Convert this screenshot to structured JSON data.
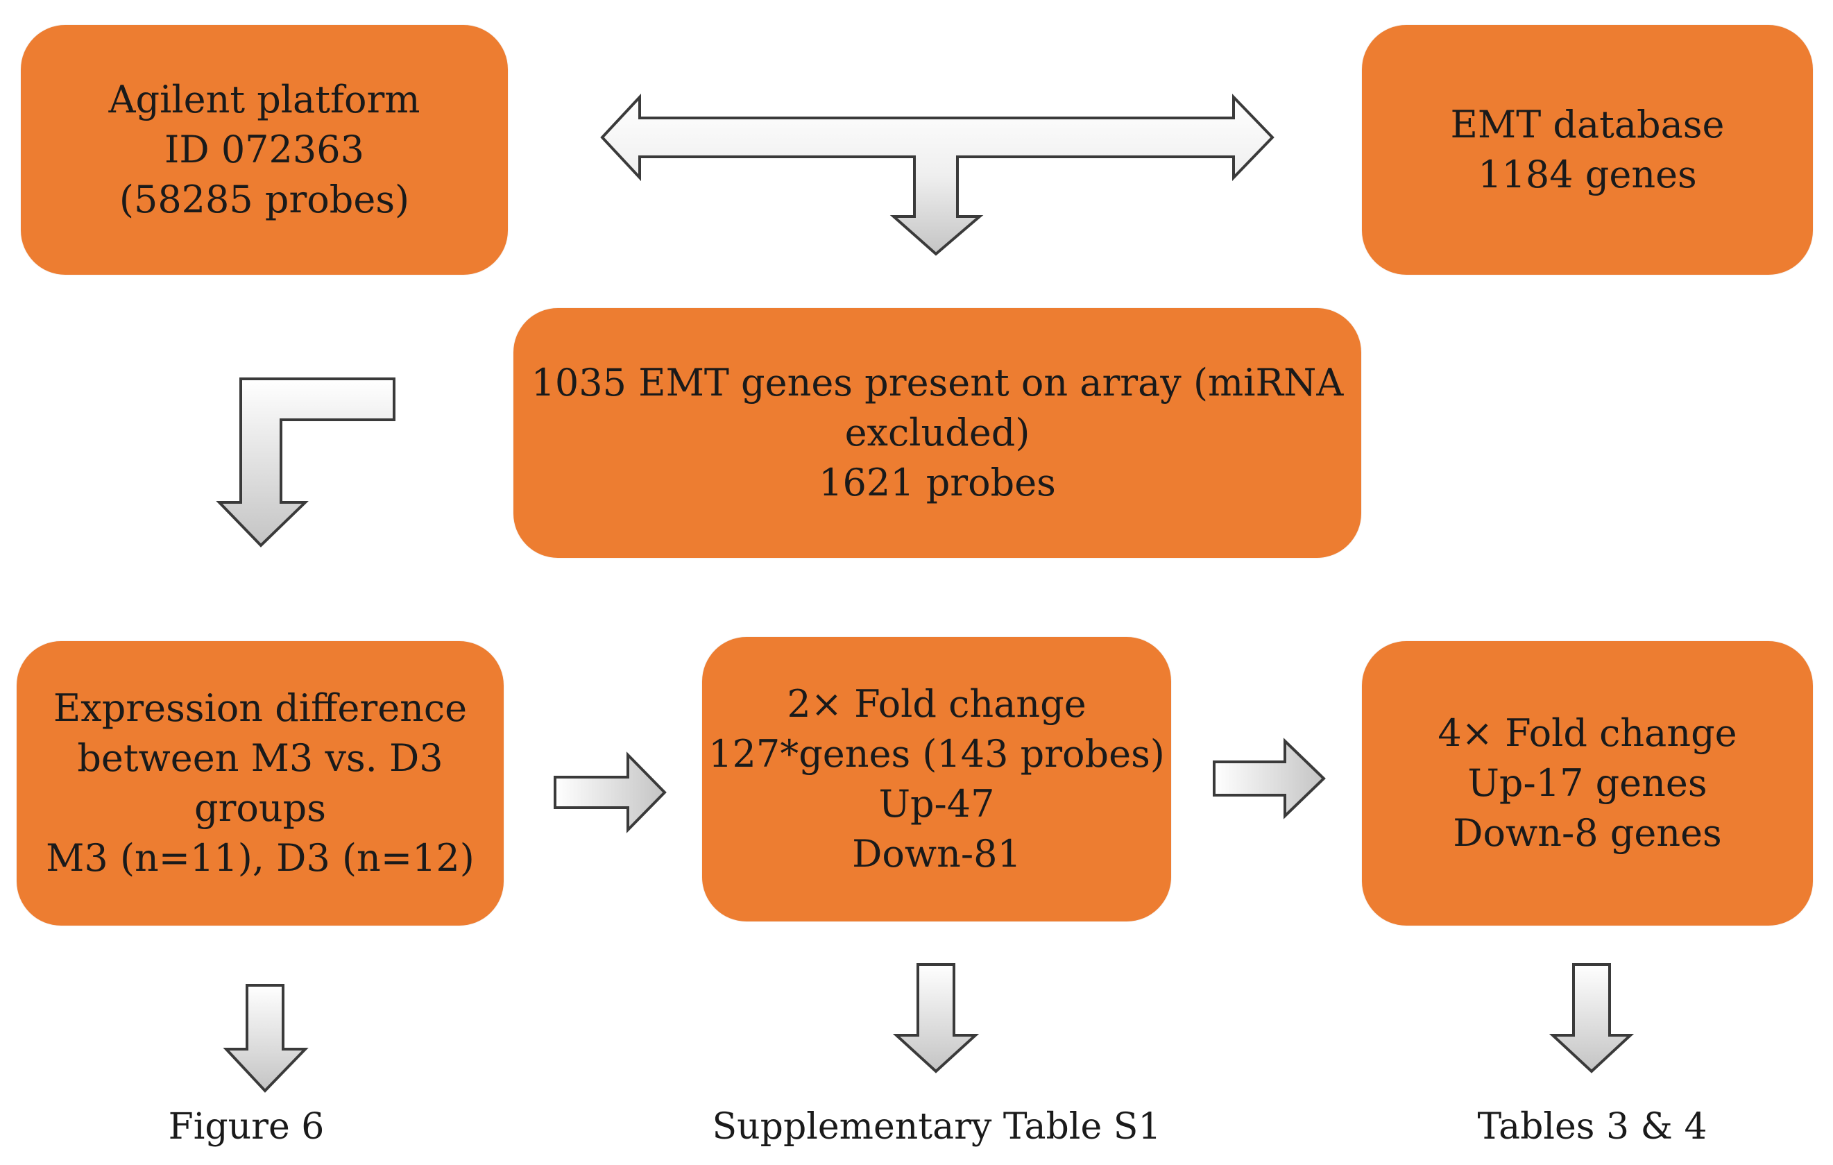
{
  "boxes": {
    "agilent": {
      "lines": [
        "Agilent platform",
        "ID 072363",
        "(58285 probes)"
      ]
    },
    "emt_db": {
      "lines": [
        "EMT database",
        "1184 genes"
      ]
    },
    "present": {
      "lines": [
        "1035 EMT genes present on array (miRNA",
        "excluded)",
        "1621 probes"
      ]
    },
    "expression": {
      "lines": [
        "Expression difference",
        "between M3 vs. D3",
        "groups",
        "M3 (n=11), D3 (n=12)"
      ]
    },
    "fold2": {
      "lines": [
        "2× Fold change",
        "127*genes (143 probes)",
        "Up-47",
        "Down-81"
      ]
    },
    "fold4": {
      "lines": [
        "4× Fold change",
        "Up-17 genes",
        "Down-8 genes"
      ]
    }
  },
  "captions": {
    "figure": "Figure 6",
    "supplementary": "Supplementary Table S1",
    "tables": "Tables 3 & 4"
  },
  "colors": {
    "box_fill": "#ED7D31",
    "arrow_fill_light": "#FFFFFF",
    "arrow_fill_dark": "#C8C8C8",
    "arrow_stroke": "#3A3A3A"
  }
}
